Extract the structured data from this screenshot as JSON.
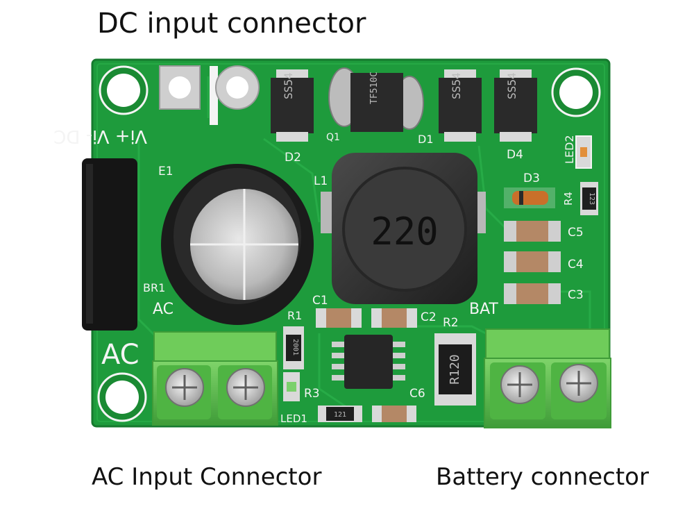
{
  "captions": {
    "dc_input": "DC input connector",
    "ac_input": "AC Input Connector",
    "battery": "Battery connector"
  },
  "silkscreen": {
    "dc_header": "Vi+ Vi- DC",
    "e1": "E1",
    "br1": "BR1",
    "ac_small": "AC",
    "ac_large": "AC",
    "d2": "D2",
    "q1": "Q1",
    "d1": "D1",
    "d4": "D4",
    "led2": "LED2",
    "l1": "L1",
    "d3": "D3",
    "r4": "R4",
    "c5": "C5",
    "c4": "C4",
    "c3": "C3",
    "c1": "C1",
    "c2": "C2",
    "r2": "R2",
    "bat": "BAT",
    "r1": "R1",
    "r3": "R3",
    "c6": "C6",
    "led1": "LED1"
  },
  "markings": {
    "diode_ss54": "SS54",
    "mosfet": "TF510C",
    "inductor": "220",
    "resistor_r2": "R120",
    "resistor_r1": "2001",
    "resistor_small": "121",
    "resistor_r4": "123"
  },
  "colors": {
    "pcb_green": "#1e9b3c",
    "terminal_green": "#5cbf4e",
    "background": "#ffffff"
  }
}
